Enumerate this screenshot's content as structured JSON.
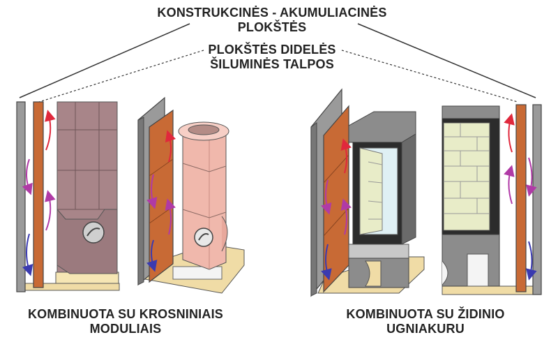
{
  "labels": {
    "top_line1": "KONSTRUKCINĖS - AKUMULIACINĖS",
    "top_line2": "PLOKŠTĖS",
    "mid_line1": "PLOKŠTĖS DIDELĖS",
    "mid_line2": "ŠILUMINĖS TALPOS",
    "left_line1": "KOMBINUOTA SU KROSNINIAIS",
    "left_line2": "MODULIAIS",
    "right_line1": "KOMBINUOTA SU ŽIDINIO",
    "right_line2": "UGNIAKURU"
  },
  "colors": {
    "structural_panel": "#9a9a9a",
    "accumulation_panel": "#c86a35",
    "stove_module": "#a88589",
    "stove_pink": "#f0b8ac",
    "firebox_grey": "#8c8c8c",
    "floor_sand": "#f0dca6",
    "arrow_warm": "#e0283c",
    "arrow_mid": "#b03aa6",
    "arrow_cool": "#3a3ab0",
    "chamotte": "#e8ecc8",
    "glass": "#dff0f4"
  }
}
